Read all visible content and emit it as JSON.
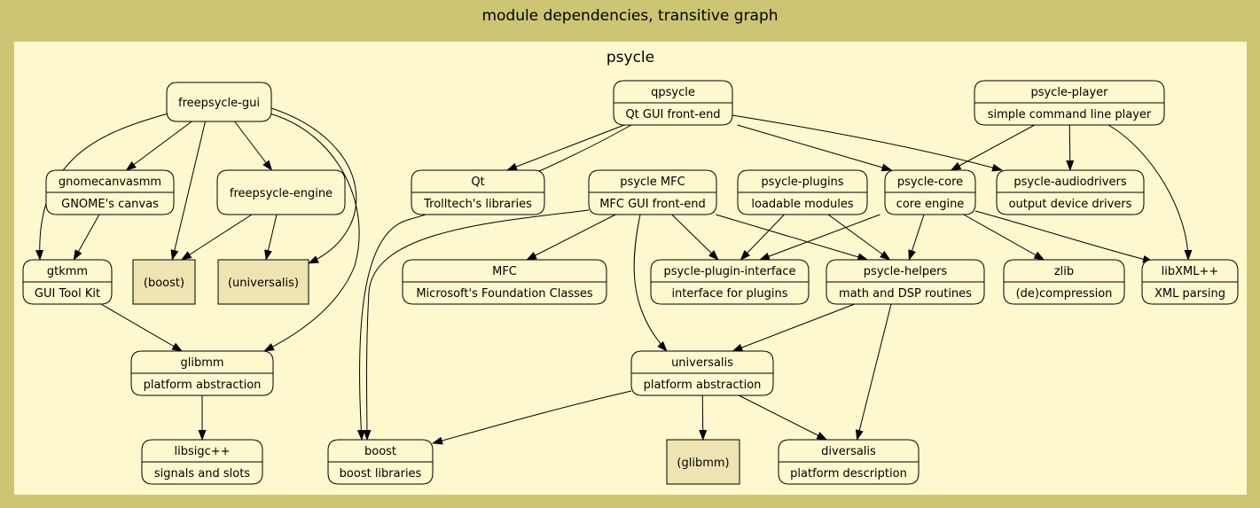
{
  "title": "module dependencies, transitive graph",
  "cluster": {
    "label": "psycle"
  },
  "colors": {
    "outer": "#cdc574",
    "cluster": "#fdf8cd",
    "external": "#ede4b2",
    "edge": "#000000"
  },
  "nodes": {
    "freepsycle_gui": {
      "name": "freepsycle-gui"
    },
    "gnomecanvasmm": {
      "name": "gnomecanvasmm",
      "desc": "GNOME's canvas"
    },
    "freepsycle_engine": {
      "name": "freepsycle-engine"
    },
    "gtkmm": {
      "name": "gtkmm",
      "desc": "GUI Tool Kit"
    },
    "boost_ref": {
      "name": "(boost)"
    },
    "universalis_ref": {
      "name": "(universalis)"
    },
    "glibmm": {
      "name": "glibmm",
      "desc": "platform abstraction"
    },
    "libsigcpp": {
      "name": "libsigc++",
      "desc": "signals and slots"
    },
    "qpsycle": {
      "name": "qpsycle",
      "desc": "Qt GUI front-end"
    },
    "qt": {
      "name": "Qt",
      "desc": "Trolltech's libraries"
    },
    "psycle_mfc": {
      "name": "psycle MFC",
      "desc": "MFC GUI front-end"
    },
    "psycle_plugins": {
      "name": "psycle-plugins",
      "desc": "loadable modules"
    },
    "psycle_core": {
      "name": "psycle-core",
      "desc": "core engine"
    },
    "psycle_player": {
      "name": "psycle-player",
      "desc": "simple command line player"
    },
    "psycle_audiodrivers": {
      "name": "psycle-audiodrivers",
      "desc": "output device drivers"
    },
    "mfc": {
      "name": "MFC",
      "desc": "Microsoft's Foundation Classes"
    },
    "psycle_plugin_interface": {
      "name": "psycle-plugin-interface",
      "desc": "interface for plugins"
    },
    "psycle_helpers": {
      "name": "psycle-helpers",
      "desc": "math and DSP routines"
    },
    "zlib": {
      "name": "zlib",
      "desc": "(de)compression"
    },
    "libxmlpp": {
      "name": "libXML++",
      "desc": "XML parsing"
    },
    "universalis": {
      "name": "universalis",
      "desc": "platform abstraction"
    },
    "boost": {
      "name": "boost",
      "desc": "boost libraries"
    },
    "glibmm_ref": {
      "name": "(glibmm)"
    },
    "diversalis": {
      "name": "diversalis",
      "desc": "platform description"
    }
  },
  "edges": [
    [
      "freepsycle_gui",
      "gnomecanvasmm"
    ],
    [
      "freepsycle_gui",
      "freepsycle_engine"
    ],
    [
      "freepsycle_gui",
      "gtkmm"
    ],
    [
      "freepsycle_gui",
      "boost_ref"
    ],
    [
      "freepsycle_gui",
      "universalis_ref"
    ],
    [
      "freepsycle_gui",
      "glibmm"
    ],
    [
      "gnomecanvasmm",
      "gtkmm"
    ],
    [
      "freepsycle_engine",
      "boost_ref"
    ],
    [
      "freepsycle_engine",
      "universalis_ref"
    ],
    [
      "gtkmm",
      "glibmm"
    ],
    [
      "glibmm",
      "libsigcpp"
    ],
    [
      "qpsycle",
      "qt"
    ],
    [
      "qpsycle",
      "boost"
    ],
    [
      "qpsycle",
      "psycle_core"
    ],
    [
      "qpsycle",
      "psycle_audiodrivers"
    ],
    [
      "psycle_player",
      "psycle_core"
    ],
    [
      "psycle_player",
      "psycle_audiodrivers"
    ],
    [
      "psycle_player",
      "libxmlpp"
    ],
    [
      "psycle_mfc",
      "boost"
    ],
    [
      "psycle_mfc",
      "mfc"
    ],
    [
      "psycle_mfc",
      "psycle_plugin_interface"
    ],
    [
      "psycle_mfc",
      "psycle_helpers"
    ],
    [
      "psycle_mfc",
      "universalis"
    ],
    [
      "psycle_plugins",
      "psycle_plugin_interface"
    ],
    [
      "psycle_plugins",
      "psycle_helpers"
    ],
    [
      "psycle_core",
      "psycle_plugin_interface"
    ],
    [
      "psycle_core",
      "psycle_helpers"
    ],
    [
      "psycle_core",
      "zlib"
    ],
    [
      "psycle_core",
      "libxmlpp"
    ],
    [
      "psycle_helpers",
      "universalis"
    ],
    [
      "psycle_helpers",
      "diversalis"
    ],
    [
      "universalis",
      "boost"
    ],
    [
      "universalis",
      "glibmm_ref"
    ],
    [
      "universalis",
      "diversalis"
    ]
  ]
}
